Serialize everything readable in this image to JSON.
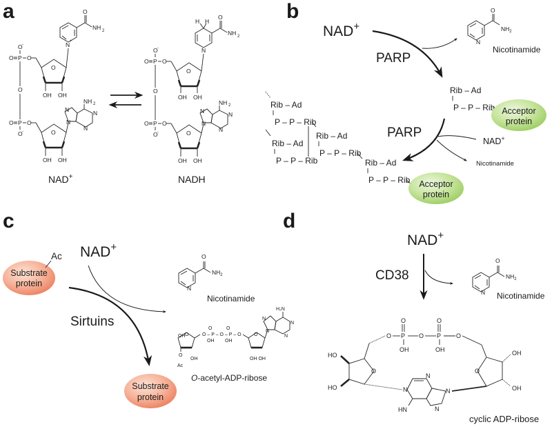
{
  "figure": {
    "panels": [
      {
        "id": "a",
        "label": "a"
      },
      {
        "id": "b",
        "label": "b"
      },
      {
        "id": "c",
        "label": "c"
      },
      {
        "id": "d",
        "label": "d"
      }
    ]
  },
  "panel_a": {
    "nad_label": "NAD",
    "nad_sup": "+",
    "nadh_label": "NADH",
    "reaction": "reversible",
    "atoms": {
      "O": "O",
      "Ominus": "O",
      "minus": "-",
      "P": "P",
      "N": "N",
      "Nplus": "N",
      "plus": "+",
      "OH": "OH",
      "NH2": "NH",
      "two": "2",
      "H": "H"
    }
  },
  "panel_b": {
    "nad_label": "NAD",
    "nad_sup": "+",
    "enzyme_1": "PARP",
    "enzyme_2": "PARP",
    "product_1": "Nicotinamide",
    "product_2": "Nicotinamide",
    "cofactor_2": "NAD",
    "cofactor_2_sup": "+",
    "acceptor_1": [
      "Acceptor",
      "protein"
    ],
    "acceptor_2": [
      "Acceptor",
      "protein"
    ],
    "mono_unit": {
      "rib_ad": "Rib – Ad",
      "bar": "I",
      "ppr": "P – P – Rib"
    },
    "polymer_units": [
      {
        "rib_ad": "Rib – Ad",
        "ppr": "P – P – Rib"
      },
      {
        "rib_ad": "Rib – Ad",
        "ppr": "P – P – Rib"
      },
      {
        "rib_ad": "Rib – Ad",
        "ppr": "P – P – Rib"
      },
      {
        "rib_ad": "Rib – Ad",
        "ppr": "P – P – Rib"
      }
    ],
    "colors": {
      "acceptor_fill": "#b9dc8a",
      "acceptor_fill_light": "#e6f3d2"
    }
  },
  "panel_c": {
    "substrate_1": [
      "Substrate",
      "protein"
    ],
    "substrate_2": [
      "Substrate",
      "protein"
    ],
    "acetyl_label": "Ac",
    "nad_label": "NAD",
    "nad_sup": "+",
    "enzyme": "Sirtuins",
    "product_1": "Nicotinamide",
    "product_2_italic": "O",
    "product_2_rest": "-acetyl-ADP-ribose",
    "colors": {
      "substrate_fill": "#f2a58a",
      "substrate_fill_light": "#fbdccf"
    }
  },
  "panel_d": {
    "nad_label": "NAD",
    "nad_sup": "+",
    "enzyme": "CD38",
    "product_1": "Nicotinamide",
    "product_2": "cyclic ADP-ribose",
    "atoms": {
      "O": "O",
      "P": "P",
      "OH": "OH",
      "HO": "HO",
      "N": "N",
      "HN": "HN"
    }
  }
}
